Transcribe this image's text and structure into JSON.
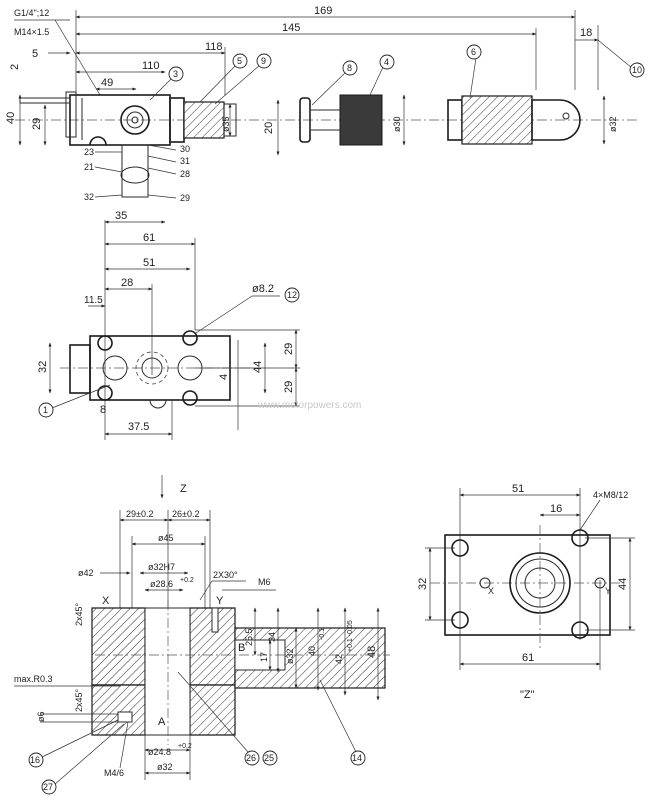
{
  "top_view": {
    "dim_169": "169",
    "dim_145": "145",
    "dim_118": "118",
    "dim_110": "110",
    "dim_49": "49",
    "dim_18": "18",
    "dim_5": "5",
    "dim_2": "2",
    "dim_40": "40",
    "dim_29": "29",
    "dim_20": "20",
    "dia_35": "ø35",
    "dia_30": "ø30",
    "dia_32": "ø32",
    "thread_1": "G1/4\";12",
    "thread_2": "M14×1.5",
    "callouts": [
      "3",
      "5",
      "9",
      "8",
      "4",
      "6",
      "10"
    ],
    "refs": [
      "23",
      "21",
      "32",
      "30",
      "31",
      "28",
      "29"
    ]
  },
  "plan_view": {
    "dim_35": "35",
    "dim_61": "61",
    "dim_51": "51",
    "dim_28": "28",
    "dim_11_5": "11.5",
    "dim_32": "32",
    "dim_29a": "29",
    "dim_29b": "29",
    "dim_44": "44",
    "dim_8": "8",
    "dim_37_5": "37.5",
    "hole": "ø8.2",
    "callout_12": "12",
    "callout_1": "1",
    "watermark": "www.motorpowers.com"
  },
  "section_view": {
    "arrow_label": "Z",
    "dim_29": "29±0.2",
    "dim_26": "26±0.2",
    "dia_45": "ø45",
    "dia_42": "ø42",
    "dia_32h7": "ø32H7",
    "dia_28_6": "ø28.6",
    "tol_28_6": "+0.2",
    "chamfer_2x30": "2X30°",
    "thread_m6": "M6",
    "chamfer_2x45a": "2x45°",
    "chamfer_2x45b": "2x45°",
    "label_x": "X",
    "label_y": "Y",
    "label_b": "B",
    "label_a": "A",
    "dim_25_5": "25.5",
    "dim_34": "34",
    "dim_17": "17",
    "dia_32_r": "ø32",
    "dim_40": "40",
    "tol_40": "-0.1",
    "dim_42": "42",
    "tol_42": "+0.1 -0.05",
    "dim_48": "48",
    "max_r": "max.R0.3",
    "dia_6": "ø6",
    "dia_24_8": "ø24.8",
    "tol_24_8": "+0.2",
    "dia_32_b": "ø32",
    "thread_m4": "M4/6",
    "callouts": [
      "16",
      "27",
      "26",
      "25",
      "14"
    ]
  },
  "z_view": {
    "dim_51": "51",
    "dim_16": "16",
    "holes": "4×M8/12",
    "dim_32": "32",
    "dim_44": "44",
    "dim_61": "61",
    "label_x": "X",
    "label_y": "Y",
    "caption": "\"Z\""
  }
}
